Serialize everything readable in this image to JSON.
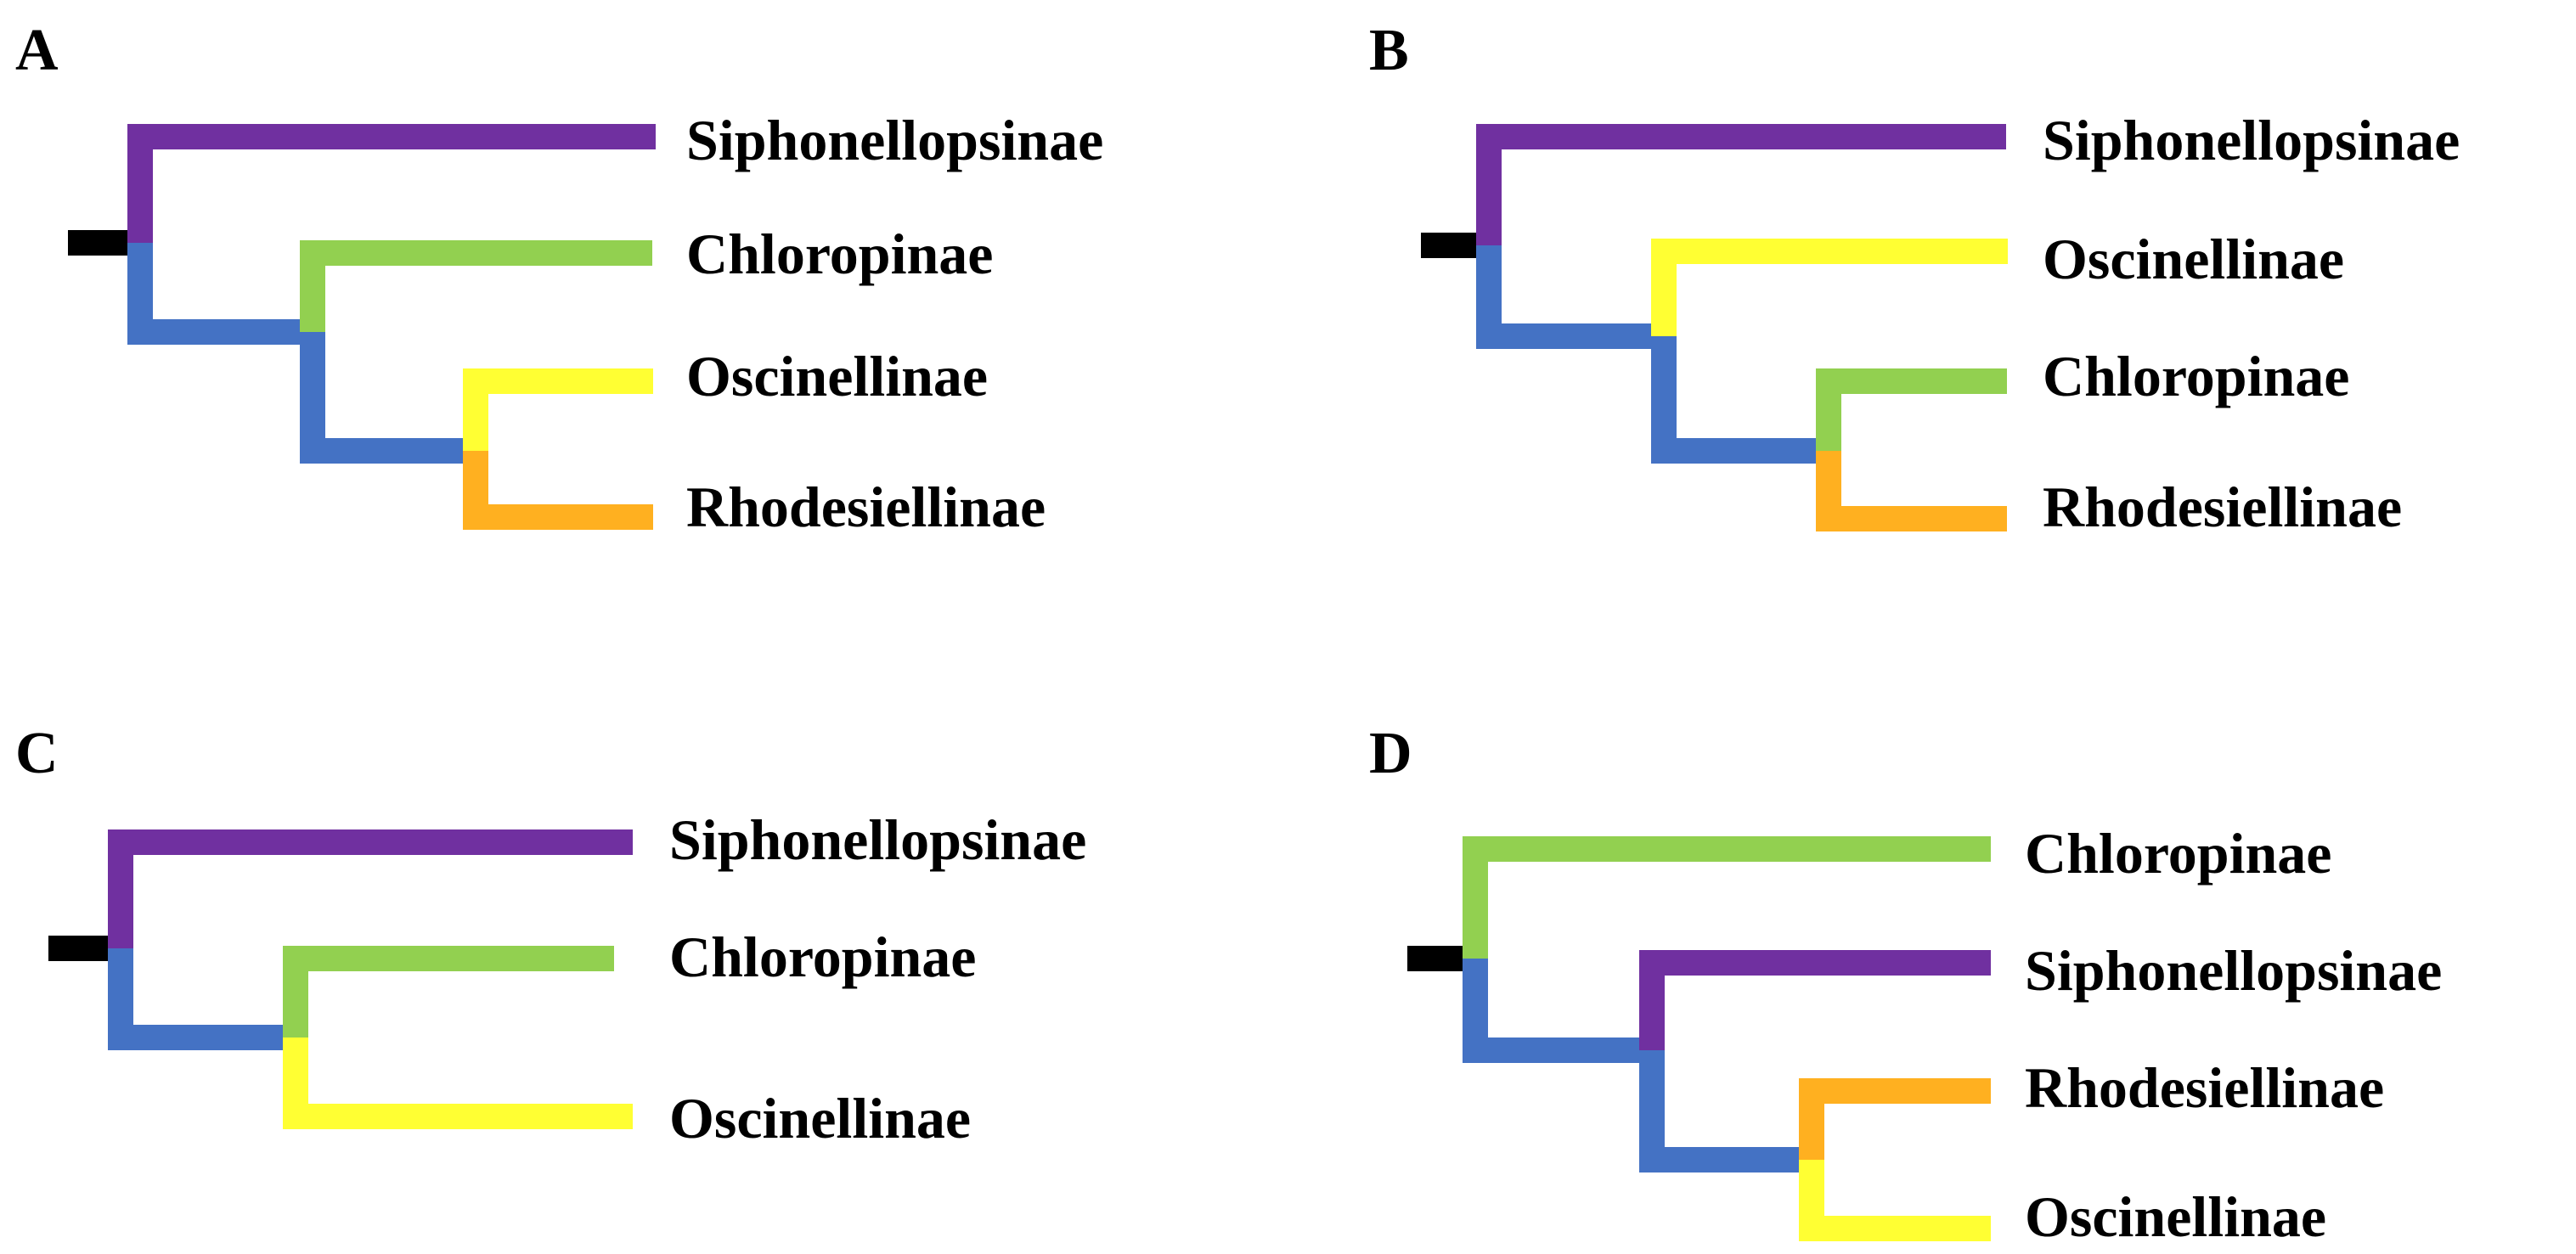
{
  "colors": {
    "purple": "#7030A0",
    "green": "#92D050",
    "blue": "#4472C4",
    "yellow": "#FFFF33",
    "orange": "#FFB020",
    "black": "#000000"
  },
  "panels": [
    {
      "letter": "A",
      "taxa": [
        {
          "name": "Siphonellopsinae",
          "color": "purple"
        },
        {
          "name": "Chloropinae",
          "color": "green"
        },
        {
          "name": "Oscinellinae",
          "color": "yellow"
        },
        {
          "name": "Rhodesiellinae",
          "color": "orange"
        }
      ],
      "topology": "(Siphonellopsinae,(Chloropinae,(Oscinellinae,Rhodesiellinae)))"
    },
    {
      "letter": "B",
      "taxa": [
        {
          "name": "Siphonellopsinae",
          "color": "purple"
        },
        {
          "name": "Oscinellinae",
          "color": "yellow"
        },
        {
          "name": "Chloropinae",
          "color": "green"
        },
        {
          "name": "Rhodesiellinae",
          "color": "orange"
        }
      ],
      "topology": "(Siphonellopsinae,(Oscinellinae,(Chloropinae,Rhodesiellinae)))"
    },
    {
      "letter": "C",
      "taxa": [
        {
          "name": "Siphonellopsinae",
          "color": "purple"
        },
        {
          "name": "Chloropinae",
          "color": "green"
        },
        {
          "name": "Oscinellinae",
          "color": "yellow"
        }
      ],
      "topology": "(Siphonellopsinae,(Chloropinae,Oscinellinae))"
    },
    {
      "letter": "D",
      "taxa": [
        {
          "name": "Chloropinae",
          "color": "green"
        },
        {
          "name": "Siphonellopsinae",
          "color": "purple"
        },
        {
          "name": "Rhodesiellinae",
          "color": "orange"
        },
        {
          "name": "Oscinellinae",
          "color": "yellow"
        }
      ],
      "topology": "(Chloropinae,(Siphonellopsinae,(Rhodesiellinae,Oscinellinae)))"
    }
  ]
}
